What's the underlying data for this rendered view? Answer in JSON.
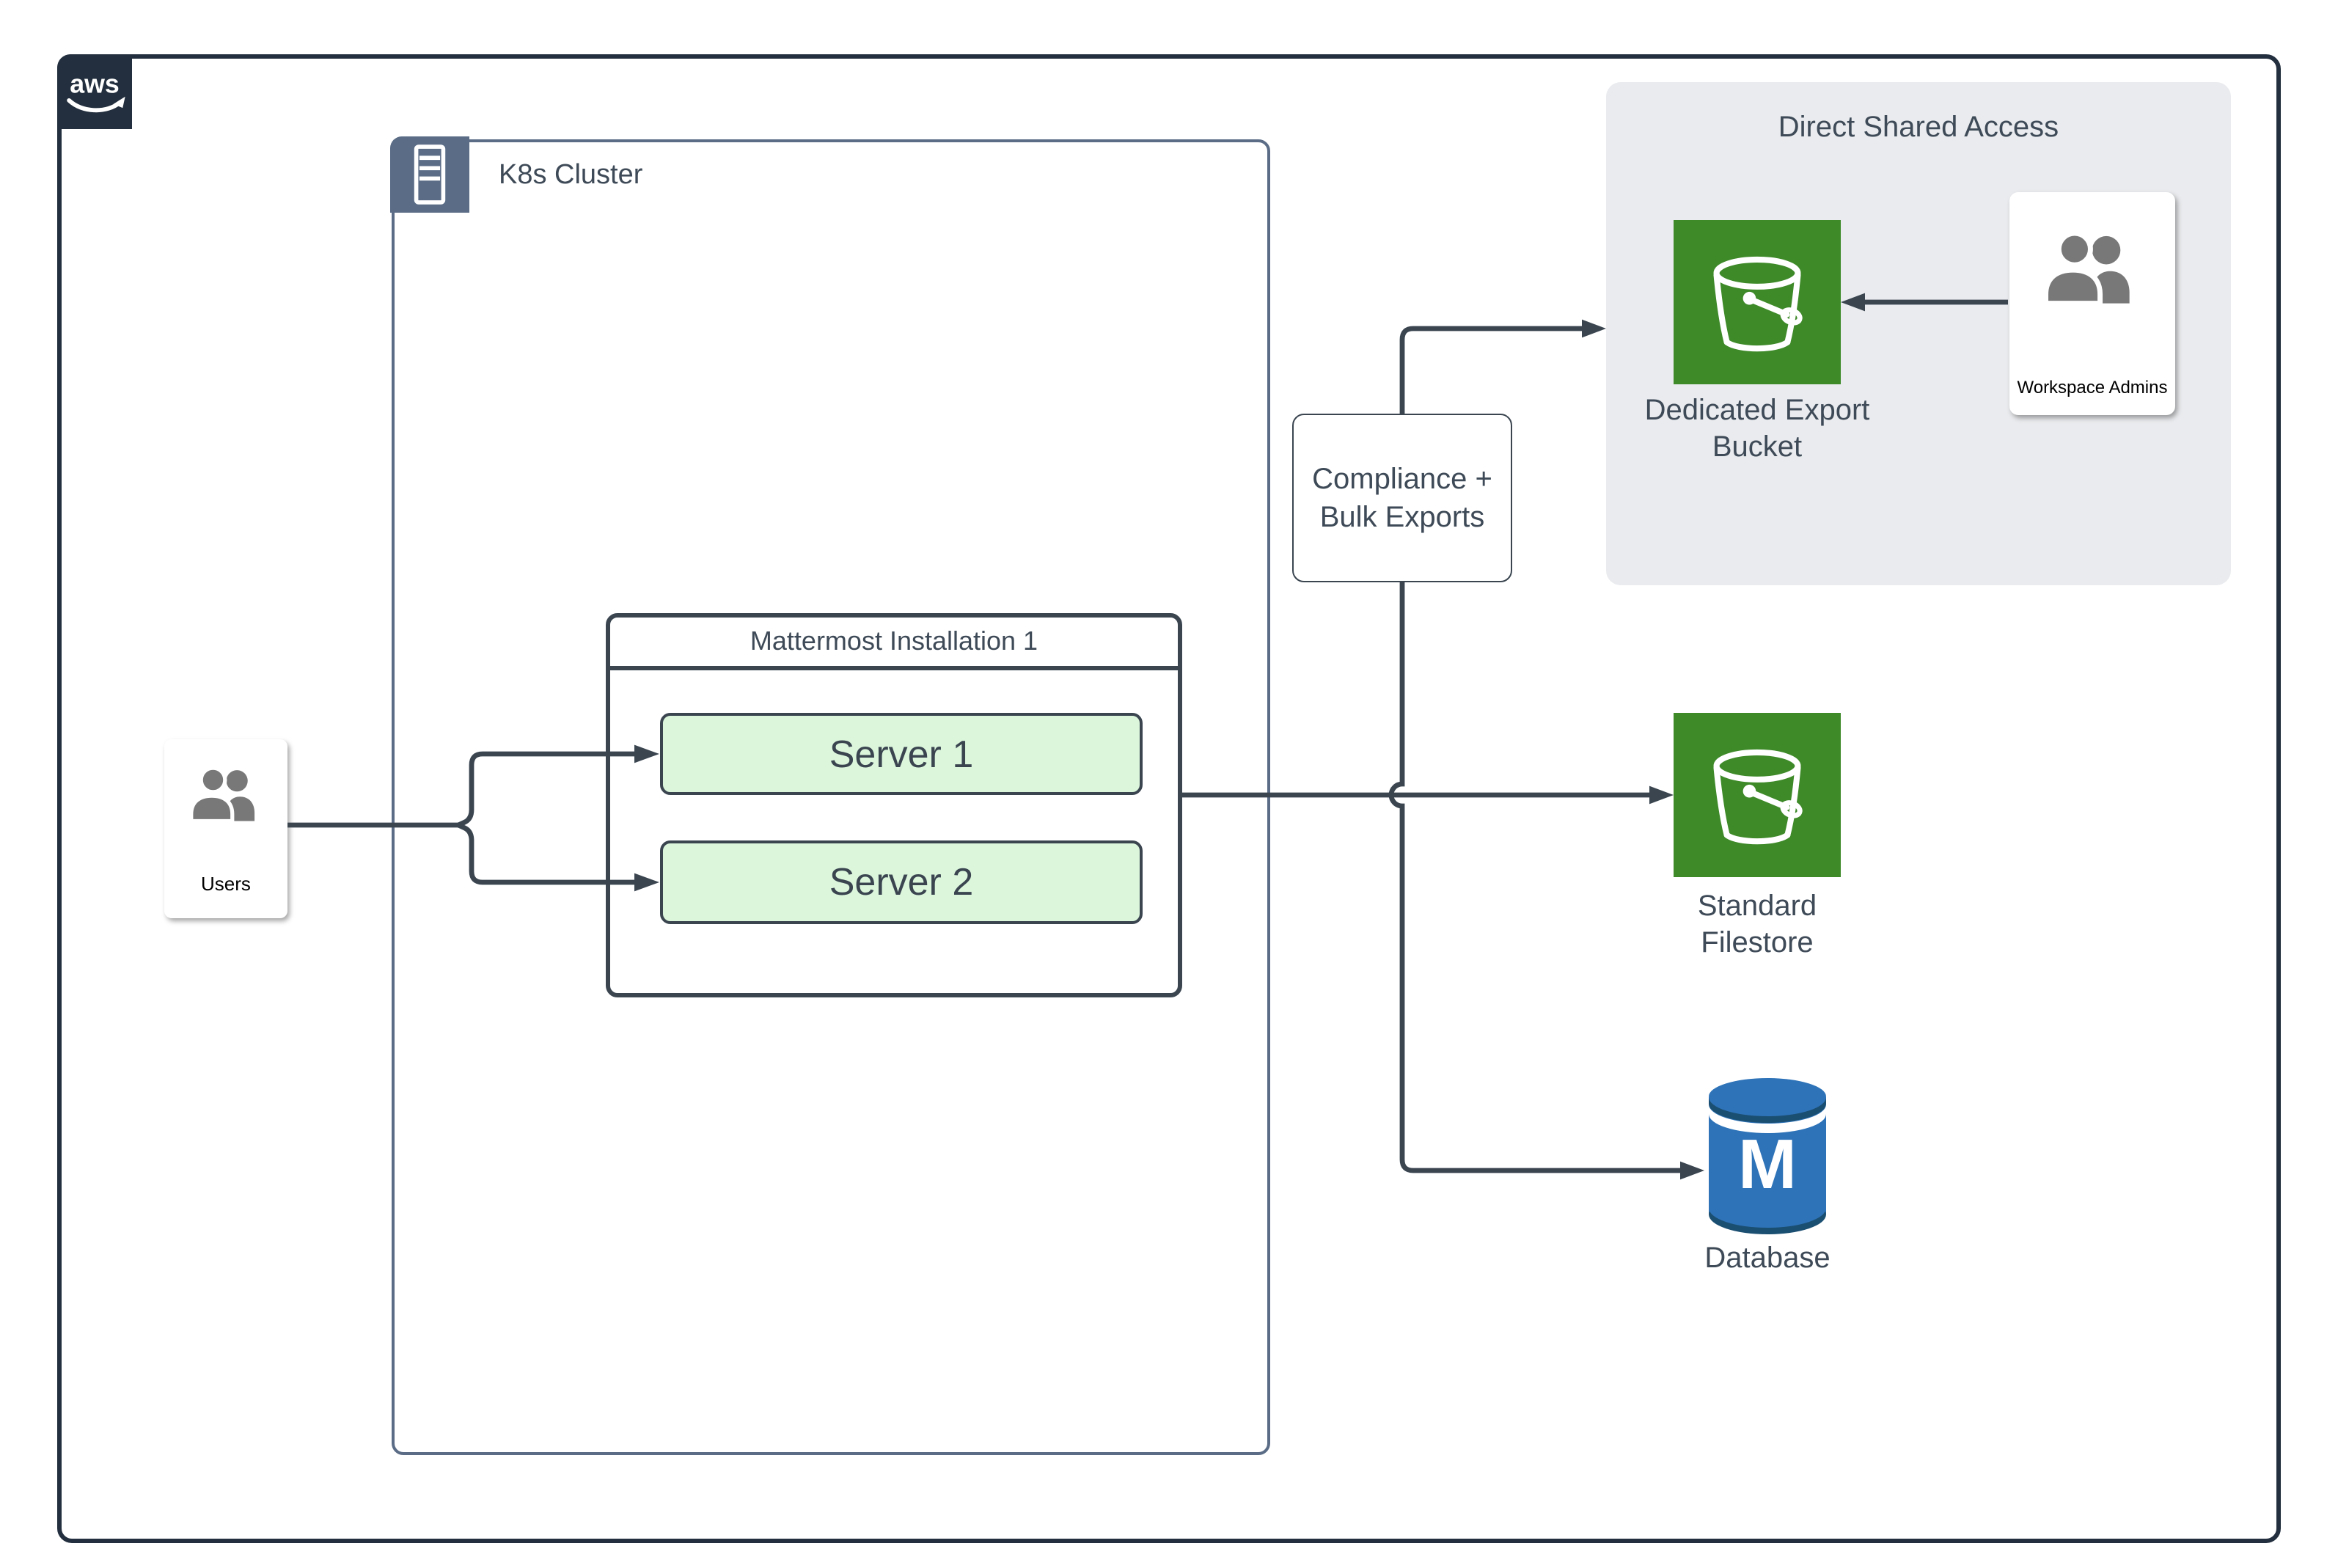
{
  "colors": {
    "navy": "#232f3e",
    "slate": "#5a6c86",
    "line": "#3a4550",
    "server_fill": "#dcf6dc",
    "green": "#3e8a29",
    "panel_grey": "#e9ebee",
    "db_blue": "#2e73b8",
    "db_rim": "#1b4f72",
    "text_dark": "#3e4a57",
    "icon_grey": "#787878"
  },
  "aws": {
    "logo_text": "aws"
  },
  "k8s": {
    "label": "K8s Cluster"
  },
  "mattermost": {
    "title": "Mattermost Installation 1",
    "servers": [
      "Server 1",
      "Server 2"
    ]
  },
  "users": {
    "label": "Users"
  },
  "compliance": {
    "line1": "Compliance +",
    "line2": "Bulk Exports"
  },
  "shared_access": {
    "title": "Direct Shared Access",
    "bucket": {
      "line1": "Dedicated Export",
      "line2": "Bucket"
    },
    "admins": {
      "label": "Workspace Admins"
    }
  },
  "filestore": {
    "line1": "Standard",
    "line2": "Filestore"
  },
  "database": {
    "label": "Database",
    "monogram": "M"
  }
}
